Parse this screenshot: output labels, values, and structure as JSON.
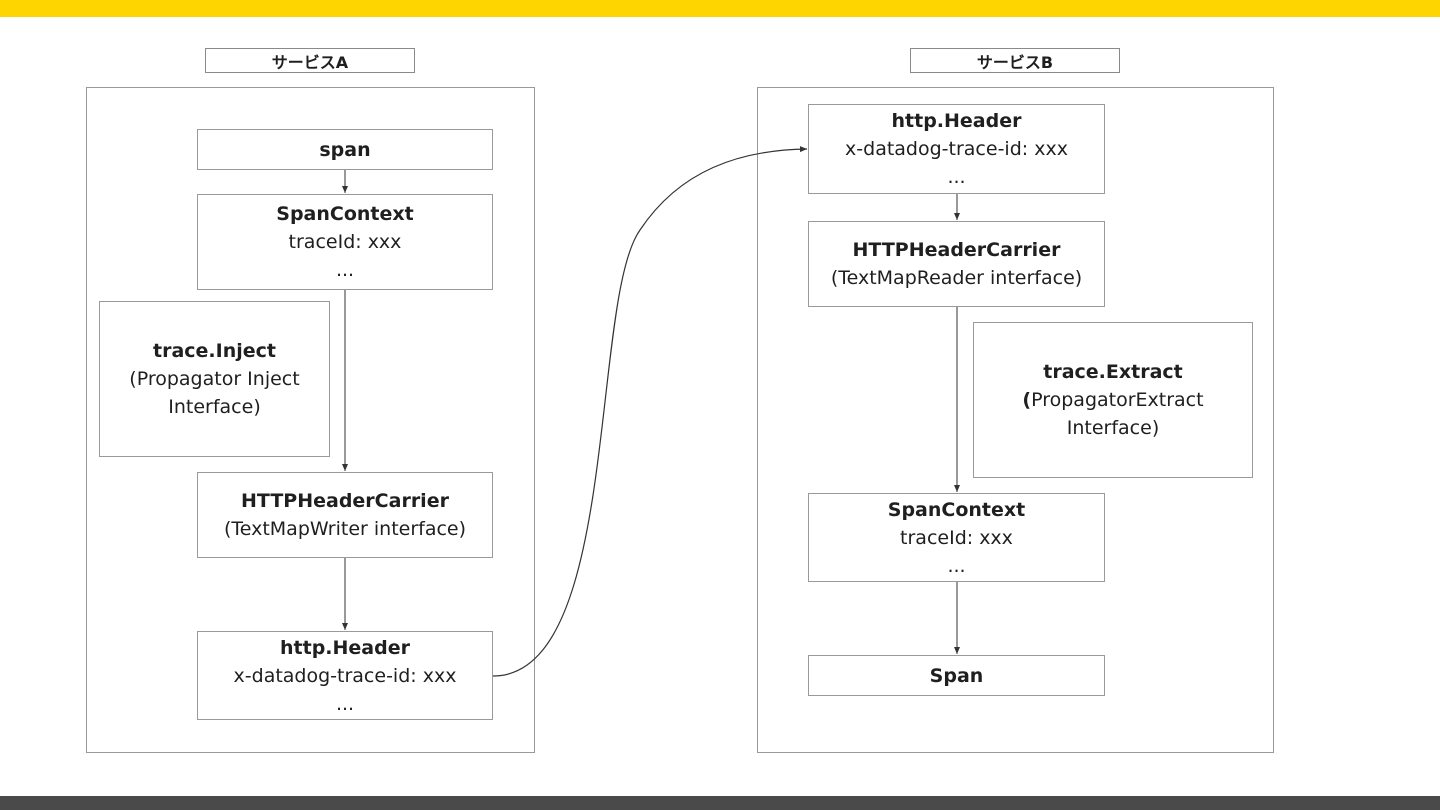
{
  "service_a": {
    "label": "サービスA",
    "nodes": {
      "span": {
        "title": "span"
      },
      "span_context": {
        "title": "SpanContext",
        "lines": [
          "traceId: xxx",
          "..."
        ]
      },
      "inject": {
        "title": "trace.Inject",
        "lines": [
          "(Propagator Inject",
          "Interface)"
        ]
      },
      "carrier": {
        "title": "HTTPHeaderCarrier",
        "lines": [
          "(TextMapWriter interface)"
        ]
      },
      "header": {
        "title": "http.Header",
        "lines": [
          "x-datadog-trace-id: xxx",
          "..."
        ]
      }
    }
  },
  "service_b": {
    "label": "サービスB",
    "nodes": {
      "header": {
        "title": "http.Header",
        "lines": [
          "x-datadog-trace-id: xxx",
          "..."
        ]
      },
      "carrier": {
        "title": "HTTPHeaderCarrier",
        "lines": [
          "(TextMapReader interface)"
        ]
      },
      "extract": {
        "title": "trace.Extract",
        "lines": [
          "PropagatorExtract",
          "Interface)"
        ],
        "title_paren": "("
      },
      "span_context": {
        "title": "SpanContext",
        "lines": [
          "traceId: xxx",
          "..."
        ]
      },
      "span": {
        "title": "Span"
      }
    }
  },
  "colors": {
    "top_bar": "#ffd500",
    "bottom_bar": "#4a4a4a",
    "border": "#9a9a9a",
    "arrow": "#333333"
  }
}
